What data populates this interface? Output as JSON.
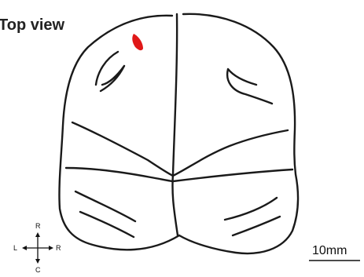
{
  "figure": {
    "title": "Top view",
    "scale_bar_label": "10mm",
    "compass": {
      "top": "R",
      "left": "L",
      "right": "R",
      "bottom": "C"
    },
    "colors": {
      "outline": "#1a1a1a",
      "marker": "#e01818",
      "title": "#222222"
    }
  }
}
